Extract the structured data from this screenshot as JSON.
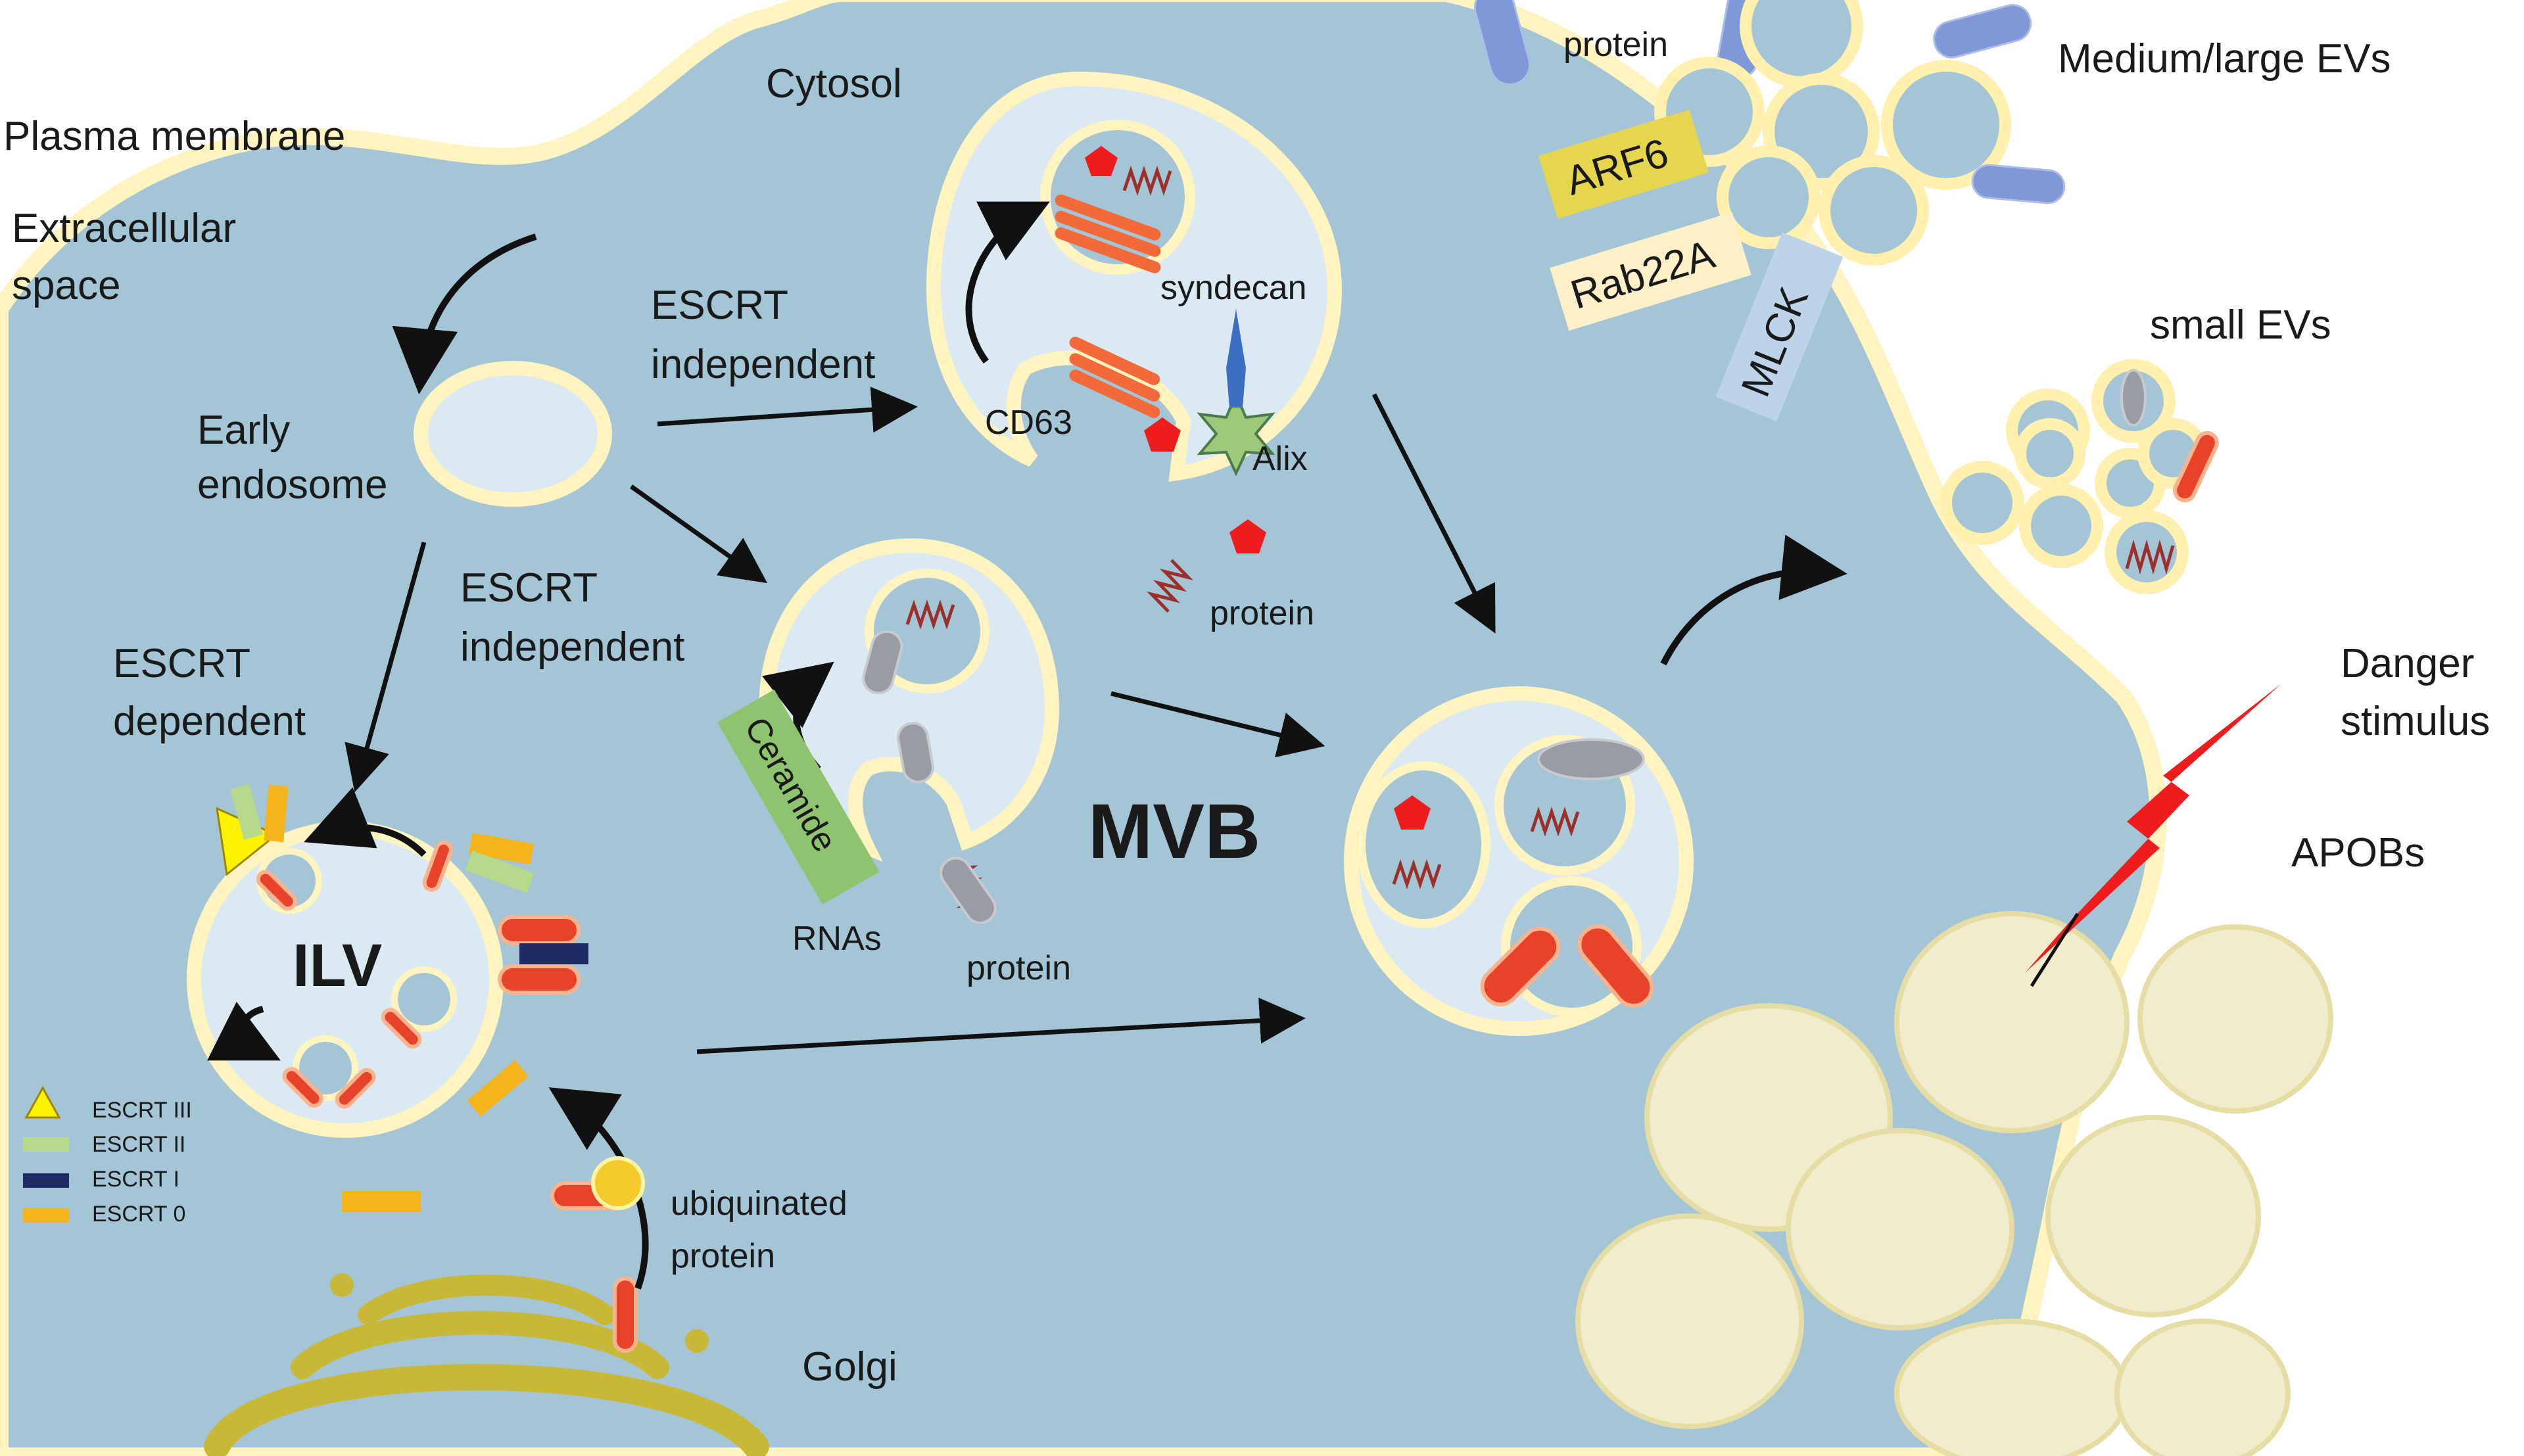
{
  "labels": {
    "plasma_membrane": "Plasma membrane",
    "extracellular_1": "Extracellular",
    "extracellular_2": "space",
    "cytosol": "Cytosol",
    "early_1": "Early",
    "early_2": "endosome",
    "escrt_dep_1": "ESCRT",
    "escrt_dep_2": "dependent",
    "escrt_ind_top_1": "ESCRT",
    "escrt_ind_top_2": "independent",
    "escrt_ind_mid_1": "ESCRT",
    "escrt_ind_mid_2": "independent",
    "ilv": "ILV",
    "mvb": "MVB",
    "ceramide": "Ceramide",
    "rnas": "RNAs",
    "protein_ceramide": "protein",
    "cd63": "CD63",
    "syndecan": "syndecan",
    "alix": "Alix",
    "protein_cd63": "protein",
    "protein_top": "protein",
    "medium_large_evs": "Medium/large EVs",
    "arf6": "ARF6",
    "rab22a": "Rab22A",
    "mlck": "MLCK",
    "small_evs": "small EVs",
    "danger_1": "Danger",
    "danger_2": "stimulus",
    "apobs": "APOBs",
    "ubiq_1": "ubiquinated",
    "ubiq_2": "protein",
    "golgi": "Golgi"
  },
  "legend": [
    {
      "label": "ESCRT III",
      "color": "#fff200",
      "shape": "triangle"
    },
    {
      "label": "ESCRT II",
      "color": "#b6d98c",
      "shape": "bar"
    },
    {
      "label": "ESCRT I",
      "color": "#1e2a63",
      "shape": "bar"
    },
    {
      "label": "ESCRT 0",
      "color": "#f4b41a",
      "shape": "bar"
    }
  ],
  "colors": {
    "cytosol": "#a4c5d6",
    "membrane": "#fff4bf",
    "endosome": "#dbe9f3",
    "arf6_box": "#e6d64f",
    "rab22a_box": "#fdf0c8",
    "mlck_box": "#bcd3ea",
    "ceramide_box": "#8ec36f",
    "danger_bolt": "#ee1c1c",
    "protein_red": "#ee1c1c",
    "golgi": "#c8b837"
  }
}
